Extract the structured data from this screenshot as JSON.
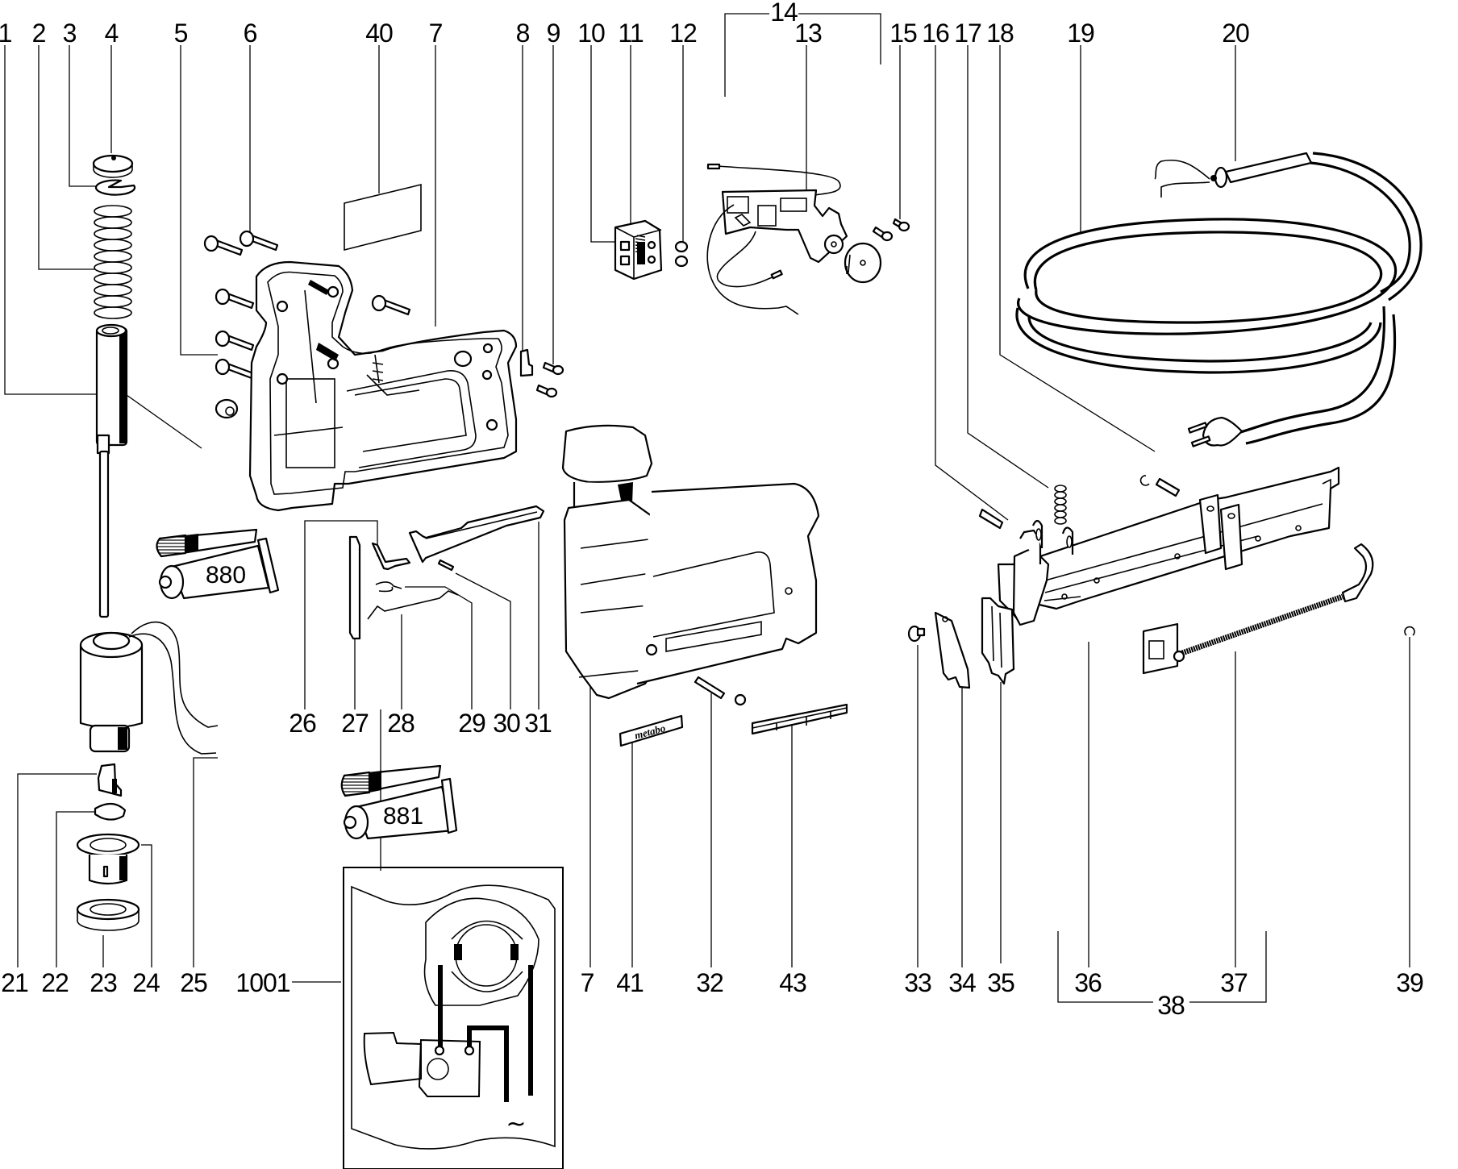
{
  "diagram": {
    "type": "exploded-parts-diagram",
    "subject": "electric stapler / tacker",
    "background_color": "#ffffff",
    "line_color": "#000000",
    "labels": {
      "p1": "1",
      "p2": "2",
      "p3": "3",
      "p4": "4",
      "p5": "5",
      "p6": "6",
      "p7": "7",
      "p7b": "7",
      "p8": "8",
      "p9": "9",
      "p10": "10",
      "p11": "11",
      "p12": "12",
      "p13": "13",
      "p14": "14",
      "p15": "15",
      "p16": "16",
      "p17": "17",
      "p18": "18",
      "p19": "19",
      "p20": "20",
      "p21": "21",
      "p22": "22",
      "p23": "23",
      "p24": "24",
      "p25": "25",
      "p26": "26",
      "p27": "27",
      "p28": "28",
      "p29": "29",
      "p30": "30",
      "p31": "31",
      "p32": "32",
      "p33": "33",
      "p34": "34",
      "p35": "35",
      "p36": "36",
      "p37": "37",
      "p38": "38",
      "p39": "39",
      "p40": "40",
      "p41": "41",
      "p43": "43",
      "p1001": "1001"
    },
    "grease_tubes": [
      {
        "text": "880"
      },
      {
        "text": "881"
      }
    ],
    "brand_plate_text": "metabo",
    "wiring_inset": {
      "ac_symbol": "~"
    }
  }
}
